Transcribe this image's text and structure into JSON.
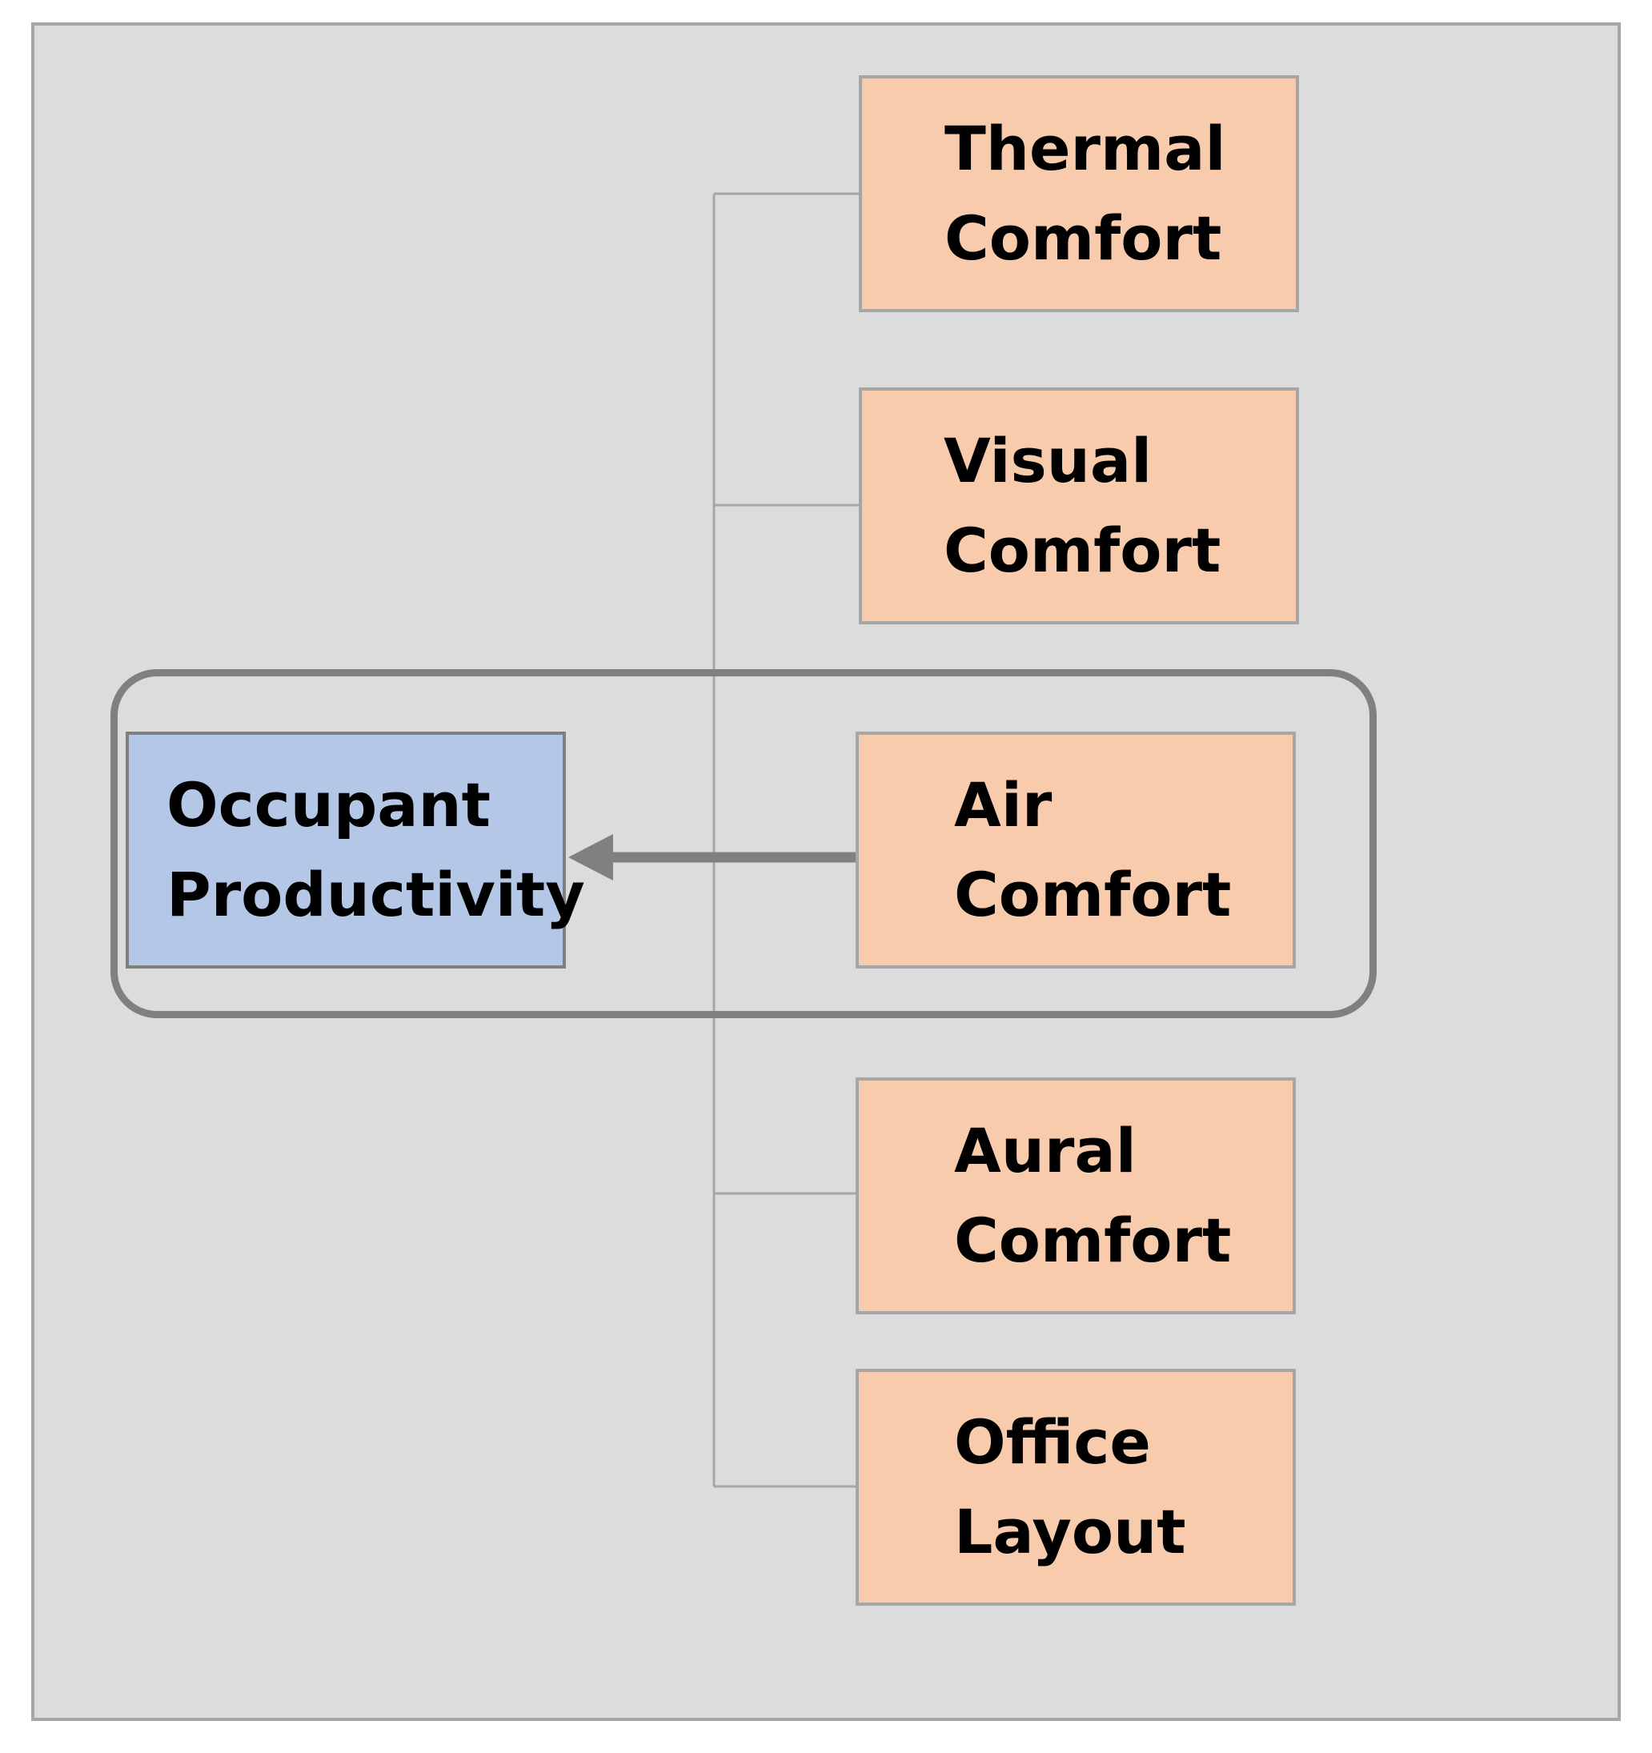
{
  "diagram": {
    "target": {
      "line1": "Occupant",
      "line2": "Productivity"
    },
    "factors": [
      {
        "id": "thermal",
        "line1": "Thermal",
        "line2": "Comfort"
      },
      {
        "id": "visual",
        "line1": "Visual",
        "line2": "Comfort"
      },
      {
        "id": "air",
        "line1": "Air",
        "line2": "Comfort"
      },
      {
        "id": "aural",
        "line1": "Aural",
        "line2": "Comfort"
      },
      {
        "id": "office",
        "line1": "Office",
        "line2": "Layout"
      }
    ],
    "highlighted_factor": "air",
    "colors": {
      "background": "#dcdcdc",
      "factor_fill": "#f8cbad",
      "target_fill": "#b4c7e7",
      "border": "#a6a6a6",
      "arrow": "#808080"
    }
  }
}
